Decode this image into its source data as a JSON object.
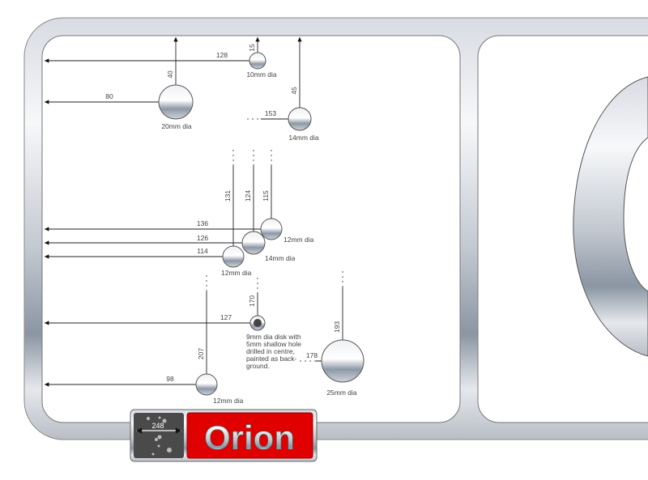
{
  "badge": {
    "width_label": "248",
    "brand": "Orion"
  },
  "colors": {
    "brand_red": "#e00000",
    "badge_dark": "#4a4a4a"
  },
  "holes": [
    {
      "label": "20mm dia",
      "from_left": "80",
      "from_top": "40"
    },
    {
      "label": "10mm dia",
      "from_left": "128",
      "from_top": "15"
    },
    {
      "label": "14mm dia",
      "from_left": "153",
      "from_top": "45"
    },
    {
      "label": "12mm dia",
      "from_left": "136",
      "from_top": "115"
    },
    {
      "label": "14mm dia",
      "from_left": "126",
      "from_top": "124"
    },
    {
      "label": "12mm dia",
      "from_left": "114",
      "from_top": "131"
    },
    {
      "label": "9mm dia disk",
      "from_left": "127",
      "from_top": "170"
    },
    {
      "label": "25mm dia",
      "from_left": "178",
      "from_top": "193"
    },
    {
      "label": "12mm dia",
      "from_left": "98",
      "from_top": "207"
    }
  ],
  "note": [
    "9mm dia disk with",
    "5mm shallow hole",
    "drilled in centre,",
    "painted as back-",
    "ground."
  ]
}
